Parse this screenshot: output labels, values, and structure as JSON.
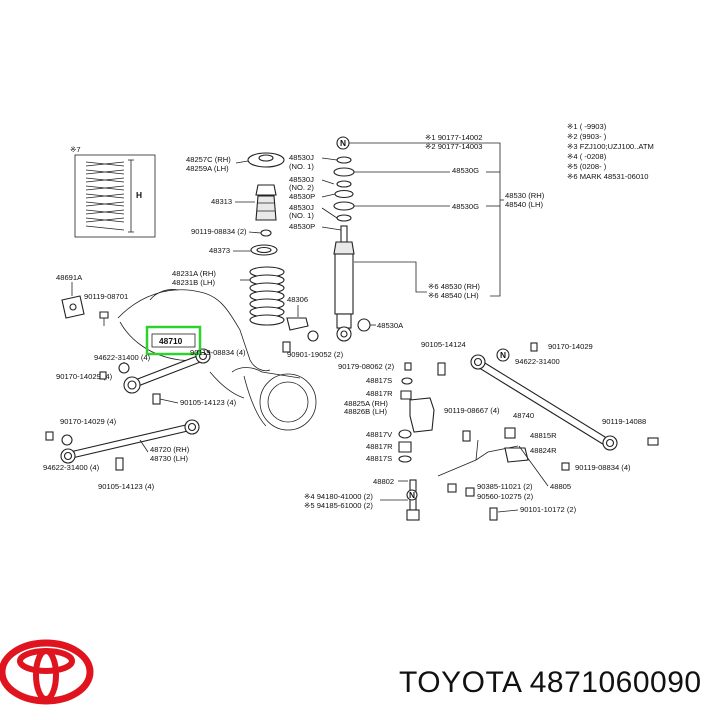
{
  "parts": {
    "p48257C": "48257C (RH)",
    "p48259A": "48259A (LH)",
    "p48313": "48313",
    "p90119_08834": "90119-08834 (2)",
    "p48373": "48373",
    "p48691A": "48691A",
    "p90119_08701": "90119-08701",
    "p48231A": "48231A (RH)",
    "p48231B": "48231B (LH)",
    "p48306": "48306",
    "p48710": "48710",
    "p94622_31400a": "94622-31400 (4)",
    "p90119_08834b": "90119-08834 (4)",
    "p90901_19052": "90901-19052 (2)",
    "p90170_14029a": "90170-14029 (4)",
    "p90105_14123a": "90105-14123 (4)",
    "p90170_14029b": "90170-14029 (4)",
    "p94622_31400b": "94622-31400 (4)",
    "p48720": "48720 (RH)",
    "p48730": "48730 (LH)",
    "p90105_14123b": "90105-14123 (4)",
    "p48530J1": "48530J",
    "p48530J1n": "(NO. 1)",
    "p48530J2": "48530J",
    "p48530J2n": "(NO. 2)",
    "p48530P1": "48530P",
    "p48530J3": "48530J",
    "p48530J3n": "(NO. 1)",
    "p48530P2": "48530P",
    "p48530G1": "48530G",
    "p48530G2": "48530G",
    "p190177": "※1 90177-14002",
    "p290177": "※2 90177-14003",
    "p48530RH": "48530 (RH)",
    "p48540LH": "48540 (LH)",
    "p48530RH2": "※6 48530 (RH)",
    "p48540LH2": "※6 48540 (LH)",
    "p48530A": "48530A",
    "p90105_14124": "90105-14124",
    "p90170_14029c": "90170-14029",
    "p94622_31400c": "94622-31400",
    "p90179_08062": "90179-08062 (2)",
    "p48817S_a": "48817S",
    "p48817R_a": "48817R",
    "p48825A": "48825A (RH)",
    "p48826B": "48826B (LH)",
    "p90119_08667": "90119-08667 (4)",
    "p48740": "48740",
    "p48817V": "48817V",
    "p48817R_b": "48817R",
    "p48817S_b": "48817S",
    "p48815R": "48815R",
    "p48824R": "48824R",
    "p90119_14088": "90119-14088",
    "p90119_08834c": "90119-08834 (4)",
    "p48802": "48802",
    "p48805": "48805",
    "p90365": "90385-11021 (2)",
    "p90560": "90560-10275 (2)",
    "p94180": "※4 94180-41000 (2)",
    "p94185": "※5 94185-61000 (2)",
    "p90101": "90101-10172 (2)",
    "p7label": "※7",
    "pH": "H",
    "pN1": "N",
    "pN2": "N",
    "pN3": "N"
  },
  "notes": [
    "※1  (      -9903)",
    "※2  (9903-      )",
    "※3  FZJ100;UZJ100..ATM",
    "※4  (      -0208)",
    "※5  (0208-      )",
    "※6  MARK  48531-06010"
  ],
  "highlight": {
    "label": "48710",
    "color": "#2ed12e"
  },
  "brand": {
    "logo_color": "#e0141e"
  },
  "caption": "TOYOTA 4871060090"
}
